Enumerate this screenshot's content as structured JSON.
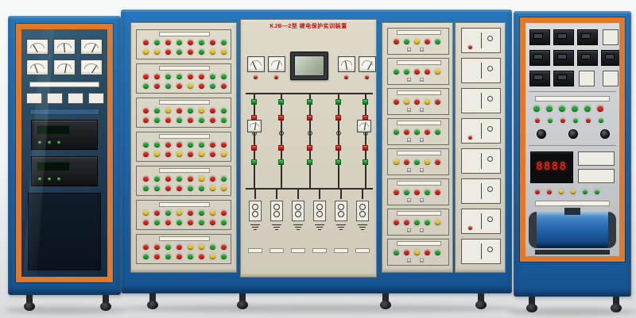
{
  "colors": {
    "cabinet_blue": "#1c63a4",
    "orange": "#e0792b",
    "panel_cream": "#d7d2c2",
    "lamp_red": "#d92318",
    "lamp_green": "#1ca62c",
    "lamp_yellow": "#e5c31e",
    "line_dark": "#2d2d2a"
  },
  "left_cabinet": {
    "gauge_rows": 2,
    "gauge_cols": 3,
    "gauge_needle_angles": [
      -30,
      -5,
      25,
      -20,
      10,
      32
    ],
    "mini_meters": 4,
    "relay_modules": 2
  },
  "panel1": {
    "groups": [
      {
        "rows": [
          "rgrgrgrg",
          "yyrgrgyy"
        ]
      },
      {
        "rows": [
          "rrggrrgg",
          "grgryrgr"
        ]
      },
      {
        "rows": [
          "rgyrgyrg",
          "rgrgrgrg"
        ]
      },
      {
        "rows": [
          "ggrrggrr",
          "ryryryry"
        ]
      },
      {
        "rows": [
          "rgrgryrg",
          "ggrrggyy"
        ]
      },
      {
        "rows": [
          "yrgyrgyr",
          "rgrgrgrg"
        ]
      },
      {
        "rows": [
          "rrgryygr",
          "grgrgryg"
        ]
      }
    ]
  },
  "main_panel": {
    "title": "KJB—2型 继电保护实训装置",
    "top_meters_x": [
      8,
      34,
      122,
      148
    ],
    "top_meter_angles": [
      -25,
      15,
      -10,
      28
    ],
    "mid_meters_x": [
      8,
      146
    ],
    "feeders_x": [
      16,
      50,
      86,
      122,
      156
    ],
    "bottom_components": 6
  },
  "panel3": {
    "groups": [
      {
        "rows": [
          "rgyrg"
        ]
      },
      {
        "rows": [
          "ggrry"
        ]
      },
      {
        "rows": [
          "ryryr"
        ]
      },
      {
        "rows": [
          "grgrg"
        ]
      },
      {
        "rows": [
          "yrgyr"
        ]
      },
      {
        "rows": [
          "rgrgr"
        ]
      },
      {
        "rows": [
          "rrggy"
        ]
      },
      {
        "rows": [
          "gryrg"
        ]
      }
    ]
  },
  "panel4": {
    "cells": 8
  },
  "right_cabinet": {
    "module_rows": [
      {
        "y": 8,
        "items": "kkkw"
      },
      {
        "y": 34,
        "items": "kkkk"
      },
      {
        "y": 60,
        "items": "kkww"
      }
    ],
    "green_lamps": "gggggr",
    "lamp_row": "rgrgrg",
    "knobs": 3,
    "display_value": "8888",
    "small_lamps": "rryygg"
  }
}
